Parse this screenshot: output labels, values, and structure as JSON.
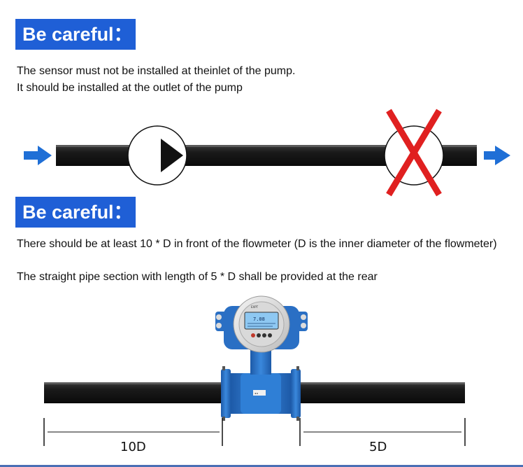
{
  "section1": {
    "banner": "Be careful：",
    "line1": "The sensor must not be installed at theinlet of the pump.",
    "line2": "It should be installed at the outlet of the pump"
  },
  "section2": {
    "banner": "Be careful：",
    "para1": "There should be at least 10 * D in front of the flowmeter (D is the inner diameter of the flowmeter)",
    "line2": "The straight pipe section with length of 5 * D shall be provided at the rear"
  },
  "dimensions": {
    "front": "10D",
    "rear": "5D"
  },
  "device": {
    "brand": "EXPT",
    "display_value": "7.08"
  },
  "colors": {
    "banner": "#1f5fd6",
    "flow_arrow": "#1f6fd6",
    "pipe": "#1c1c1c",
    "cross": "#e02020",
    "flowmeter_body": "#2a72c8"
  },
  "icons": {
    "pump": "play-triangle-circle",
    "wrong_position": "red-cross",
    "flow_direction": "right-arrow"
  }
}
